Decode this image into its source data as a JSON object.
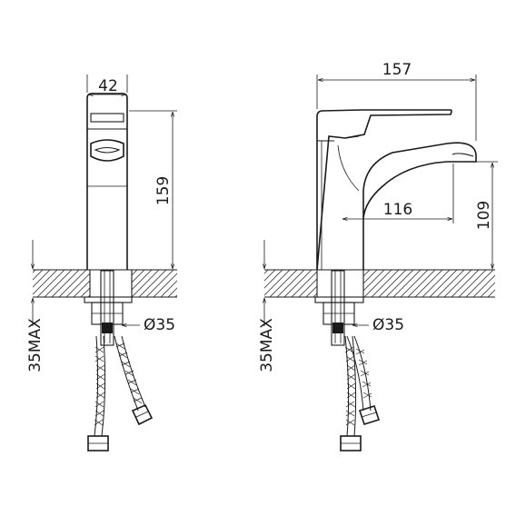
{
  "front_view": {
    "width_dim": "42",
    "height_dim": "159",
    "hole_dim": "Ø35",
    "max_dim": "35MAX"
  },
  "side_view": {
    "length_dim": "157",
    "reach_dim": "116",
    "spout_height_dim": "109",
    "hole_dim": "Ø35",
    "max_dim": "35MAX"
  }
}
